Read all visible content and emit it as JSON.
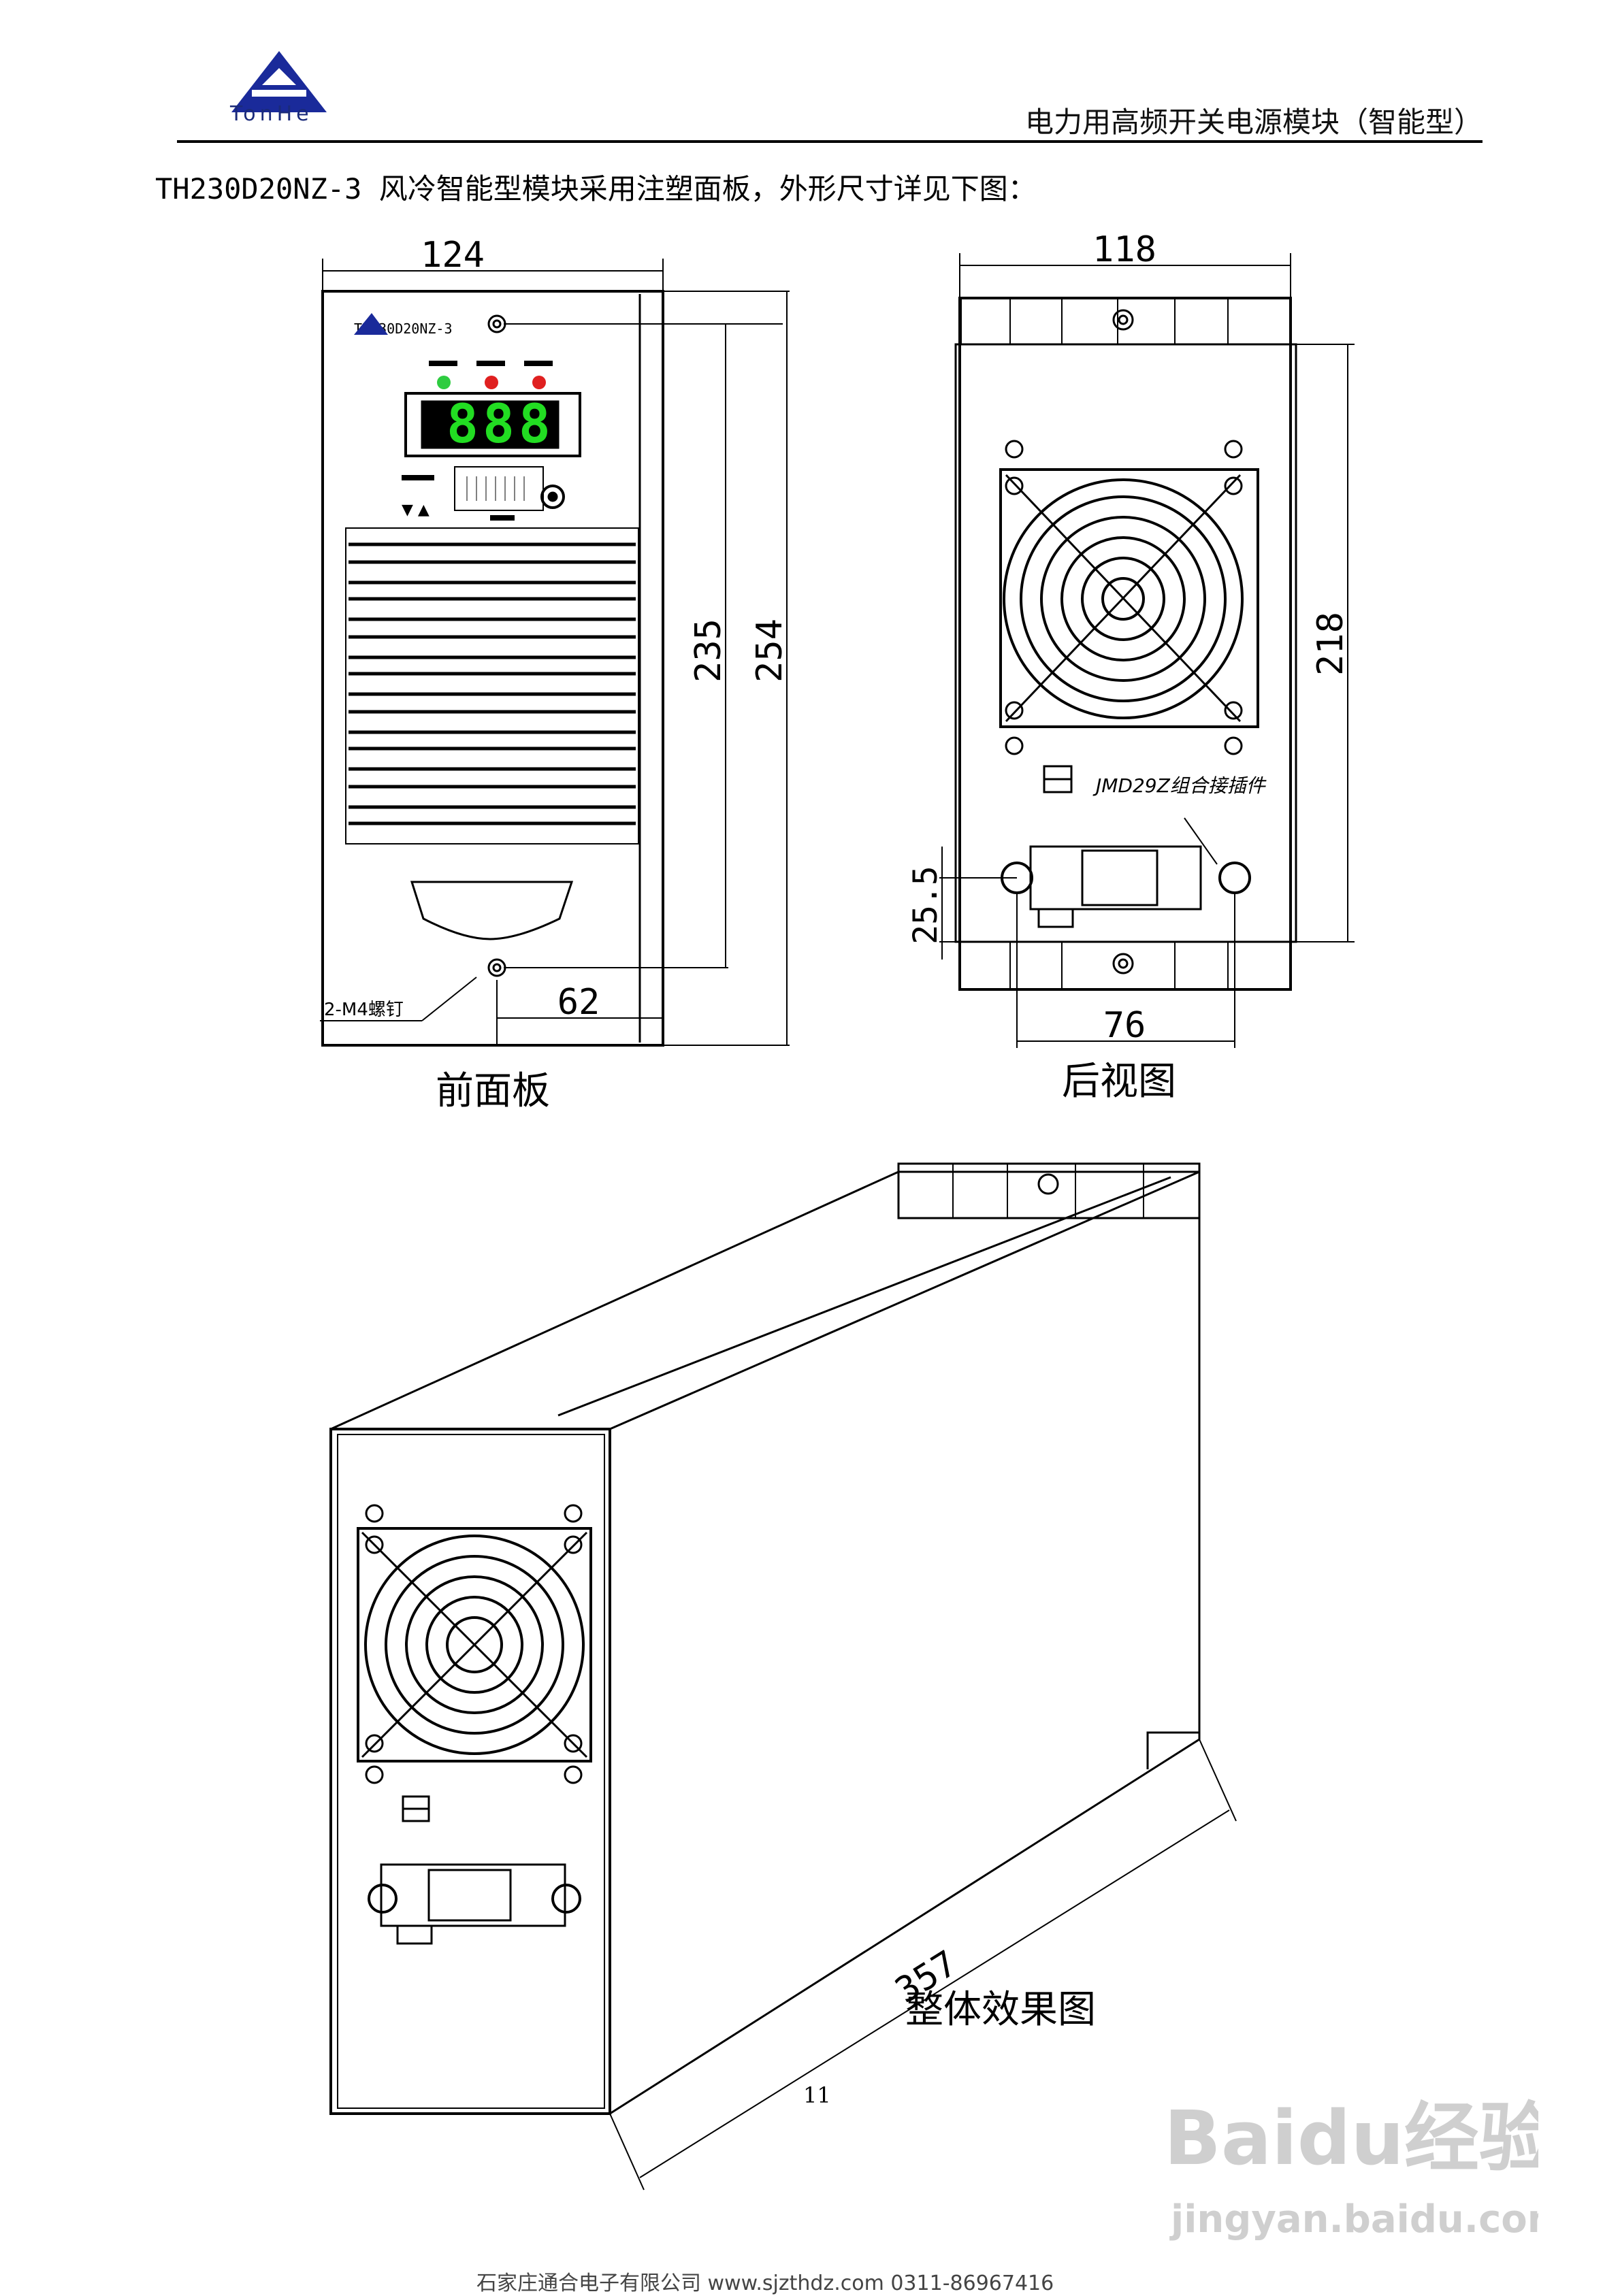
{
  "header": {
    "logo_text": "TonHe",
    "title": "电力用高频开关电源模块（智能型）"
  },
  "intro_text": "TH230D20NZ-3 风冷智能型模块采用注塑面板，外形尺寸详见下图：",
  "front_panel": {
    "caption": "前面板",
    "model_label": "TH230D20NZ-3",
    "display_digits": "888",
    "dims": {
      "width": "124",
      "height_inner": "235",
      "height_outer": "254",
      "bottom_offset": "62"
    },
    "screw_note": "2-M4螺钉"
  },
  "rear_view": {
    "caption": "后视图",
    "connector_label": "JMD29Z组合接插件",
    "dims": {
      "width": "118",
      "height": "218",
      "connector_offset": "25.5",
      "connector_width": "76"
    }
  },
  "iso_view": {
    "caption": "整体效果图",
    "dims": {
      "depth": "357"
    }
  },
  "page_number": "11",
  "footer": "石家庄通合电子有限公司 www.sjzthdz.com 0311-86967416",
  "watermark": {
    "brand": "Baidu经验",
    "url": "jingyan.baidu.com"
  },
  "colors": {
    "led_green": "#2ecc40",
    "led_red": "#e02020",
    "display_green": "#22dd22",
    "logo_blue": "#1a2a9a"
  }
}
